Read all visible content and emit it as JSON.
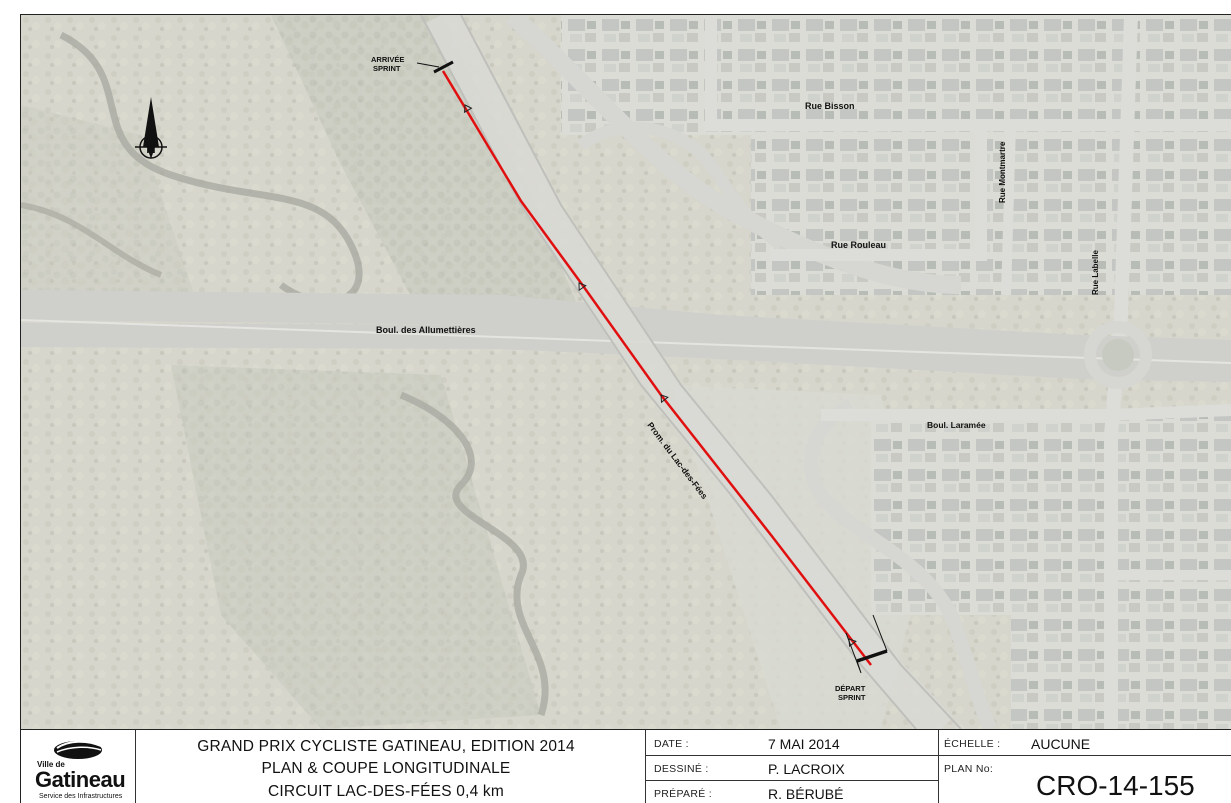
{
  "map": {
    "streets": {
      "rue_bisson": "Rue Bisson",
      "rue_montmartre": "Rue Montmartre",
      "rue_rouleau": "Rue Rouleau",
      "rue_labelle": "Rue Labelle",
      "boul_allumettieres": "Boul. des Allumettières",
      "boul_laramee": "Boul. Laramée",
      "prom_lac_des_fees": "Prom. du Lac-des-Fées"
    },
    "finish_label": [
      "ARRIVÉE",
      "SPRINT"
    ],
    "start_label": [
      "DÉPART",
      "SPRINT"
    ],
    "north_letter": "N",
    "route_color": "#e01010"
  },
  "titleblock": {
    "logo": {
      "top_text": "Ville de",
      "brand": "Gatineau",
      "subtitle": "Service des Infrastructures"
    },
    "title_lines": [
      "GRAND PRIX CYCLISTE GATINEAU, EDITION 2014",
      "PLAN & COUPE LONGITUDINALE",
      "CIRCUIT LAC-DES-FÉES 0,4 km"
    ],
    "date_label": "DATE :",
    "date_value": "7 MAI 2014",
    "dessine_label": "DESSINÉ :",
    "dessine_value": "P. LACROIX",
    "prepare_label": "PRÉPARÉ :",
    "prepare_value": "R. BÉRUBÉ",
    "echelle_label": "ÉCHELLE :",
    "echelle_value": "AUCUNE",
    "plan_no_label": "PLAN No:",
    "plan_no_value": "CRO-14-155"
  }
}
